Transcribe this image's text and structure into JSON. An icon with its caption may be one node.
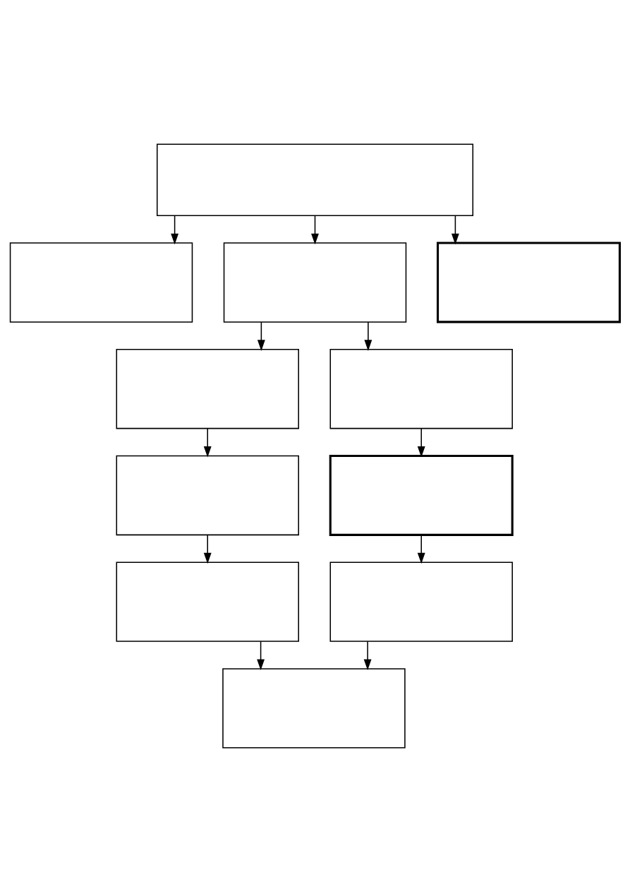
{
  "diagram": {
    "nodes": [
      {
        "text": [],
        "shape": "box"
      },
      {
        "text": [],
        "shape": "box"
      },
      {
        "text": [],
        "shape": "box"
      },
      {
        "text": [],
        "shape": "box"
      },
      {
        "text": [],
        "shape": "box"
      },
      {
        "text": [],
        "shape": "box"
      },
      {
        "text": [],
        "shape": "box"
      },
      {
        "text": [],
        "shape": "box"
      },
      {
        "text": [],
        "shape": "box"
      },
      {
        "text": [],
        "shape": "box"
      },
      {
        "text": [],
        "shape": "box"
      }
    ],
    "edges": [
      {
        "from": 0,
        "to": 1,
        "arrow": "to"
      },
      {
        "from": 0,
        "to": 2,
        "arrow": "to"
      },
      {
        "from": 0,
        "to": 3,
        "arrow": "to"
      },
      {
        "from": 2,
        "to": 4,
        "arrow": "to"
      },
      {
        "from": 2,
        "to": 5,
        "arrow": "to"
      },
      {
        "from": 4,
        "to": 6,
        "arrow": "to"
      },
      {
        "from": 6,
        "to": 8,
        "arrow": "to"
      },
      {
        "from": 5,
        "to": 7,
        "arrow": "to"
      },
      {
        "from": 7,
        "to": 9,
        "arrow": "to"
      },
      {
        "from": 8,
        "to": 10,
        "arrow": "to"
      },
      {
        "from": 9,
        "to": 10,
        "arrow": "to"
      }
    ]
  }
}
